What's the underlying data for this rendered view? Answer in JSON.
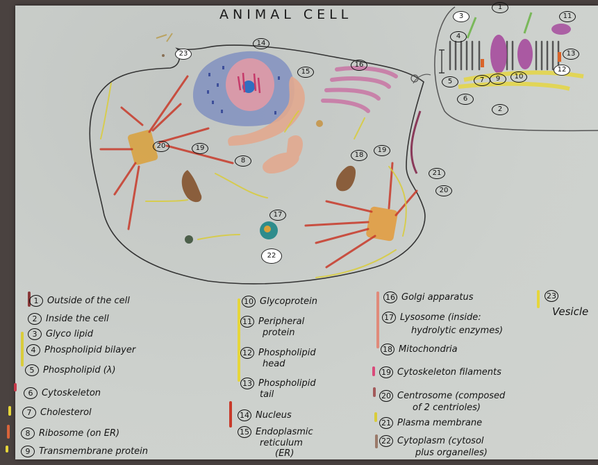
{
  "diagram": {
    "title": "ANIMAL CELL",
    "colors": {
      "paper": "#cbcfcb",
      "background": "#4a4240",
      "outline": "#333333",
      "nucleus_outer": "#7f8fbf",
      "nucleus_inner": "#d99aa8",
      "nucleolus": "#2f6fc0",
      "er": "#e2a98f",
      "golgi": "#c97aa6",
      "mitochondria": "#8a5e3c",
      "centrosome": "#d9a03a",
      "cytoskeleton": "#c83a2a",
      "filaments": "#d9cc3a",
      "lysosome": "#2e8c8c",
      "membrane_protein": "#a3449a",
      "glycolipid": "#7ab85a",
      "cholesterol": "#d9642a"
    },
    "callouts": [
      {
        "id": "1",
        "label": "1"
      },
      {
        "id": "2",
        "label": "2"
      },
      {
        "id": "3",
        "label": "3"
      },
      {
        "id": "4",
        "label": "4"
      },
      {
        "id": "5",
        "label": "5"
      },
      {
        "id": "6",
        "label": "6"
      },
      {
        "id": "7",
        "label": "7"
      },
      {
        "id": "8",
        "label": "8"
      },
      {
        "id": "9",
        "label": "9"
      },
      {
        "id": "10",
        "label": "10"
      },
      {
        "id": "11",
        "label": "11"
      },
      {
        "id": "12",
        "label": "12"
      },
      {
        "id": "13",
        "label": "13"
      },
      {
        "id": "14",
        "label": "14"
      },
      {
        "id": "15",
        "label": "15"
      },
      {
        "id": "16",
        "label": "16"
      },
      {
        "id": "17",
        "label": "17"
      },
      {
        "id": "18",
        "label": "18"
      },
      {
        "id": "19a",
        "label": "19"
      },
      {
        "id": "19b",
        "label": "19"
      },
      {
        "id": "20a",
        "label": "20"
      },
      {
        "id": "20b",
        "label": "20"
      },
      {
        "id": "21",
        "label": "21"
      },
      {
        "id": "22",
        "label": "22"
      },
      {
        "id": "23",
        "label": "23"
      }
    ]
  },
  "legend": {
    "col1": [
      {
        "num": "1",
        "text": "Outside of the cell"
      },
      {
        "num": "2",
        "text": "Inside the cell"
      },
      {
        "num": "3",
        "text": "Glyco lipid"
      },
      {
        "num": "4",
        "text": "Phospholipid bilayer"
      },
      {
        "num": "5",
        "text": "Phospholipid (λ)"
      },
      {
        "num": "6",
        "text": "Cytoskeleton"
      },
      {
        "num": "7",
        "text": "Cholesterol"
      },
      {
        "num": "8",
        "text": "Ribosome (on ER)"
      },
      {
        "num": "9",
        "text": "Transmembrane protein"
      }
    ],
    "col2": [
      {
        "num": "10",
        "text": "Glycoprotein"
      },
      {
        "num": "11",
        "text": "Peripheral",
        "text2": "protein"
      },
      {
        "num": "12",
        "text": "Phospholipid",
        "text2": "head"
      },
      {
        "num": "13",
        "text": "Phospholipid",
        "text2": "tail"
      },
      {
        "num": "14",
        "text": "Nucleus"
      },
      {
        "num": "15",
        "text": "Endoplasmic",
        "text2": "reticulum",
        "text3": "(ER)"
      }
    ],
    "col3": [
      {
        "num": "16",
        "text": "Golgi apparatus"
      },
      {
        "num": "17",
        "text": "Lysosome (inside:",
        "text2": "hydrolytic enzymes)"
      },
      {
        "num": "18",
        "text": "Mitochondria"
      },
      {
        "num": "19",
        "text": "Cytoskeleton filaments"
      },
      {
        "num": "20",
        "text": "Centrosome (composed",
        "text2": "of 2 centrioles)"
      },
      {
        "num": "21",
        "text": "Plasma membrane"
      },
      {
        "num": "22",
        "text": "Cytoplasm (cytosol",
        "text2": "plus organelles)"
      }
    ],
    "col4": [
      {
        "num": "23",
        "text": "Vesicle"
      }
    ]
  }
}
